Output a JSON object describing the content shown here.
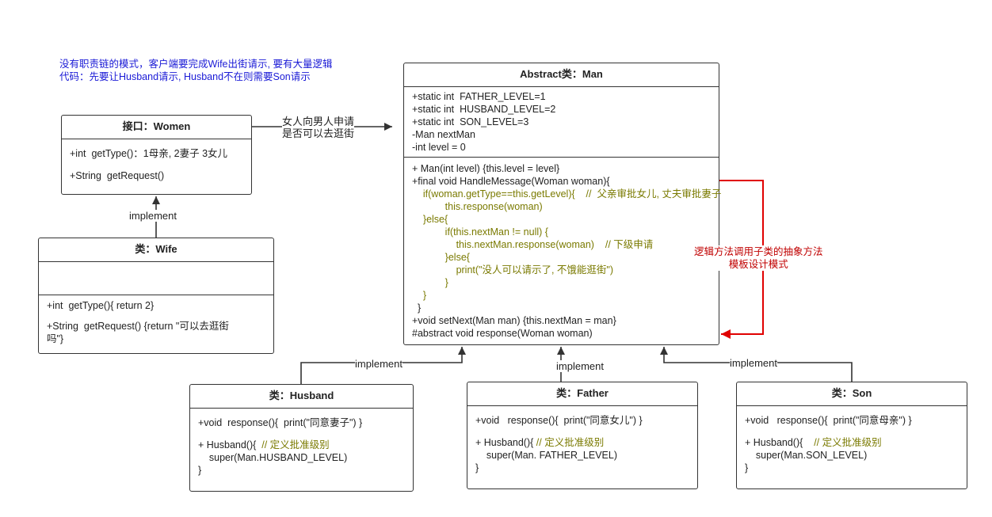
{
  "note": {
    "line1": "没有职责链的模式，客户端要完成Wife出街请示, 要有大量逻辑",
    "line2": "代码：先要让Husband请示, Husband不在则需要Son请示"
  },
  "women": {
    "title": "接口：Women",
    "m1": "+int  getType()：1母亲, 2妻子 3女儿",
    "m2": "+String  getRequest()"
  },
  "wife": {
    "title": "类：Wife",
    "m1": "+int  getType(){ return 2}",
    "m2a": "+String  getRequest() {return \"可以去逛街",
    "m2b": "吗\"}"
  },
  "man": {
    "title": "Abstract类：Man",
    "a1": "+static int  FATHER_LEVEL=1",
    "a2": "+static int  HUSBAND_LEVEL=2",
    "a3": "+static int  SON_LEVEL=3",
    "a4": "-Man nextMan",
    "a5": "-int level = 0",
    "m1": "+ Man(int level) {this.level = level}",
    "m2": "+final void HandleMessage(Woman woman){",
    "m3": "    if(woman.getType==this.getLevel){    //  父亲审批女儿, 丈夫审批妻子",
    "m4": "            this.response(woman)",
    "m5": "    }else{",
    "m6": "            if(this.nextMan != null) {",
    "m7": "                this.nextMan.response(woman)    // 下级申请",
    "m8": "            }else{",
    "m9": "                print(\"没人可以请示了, 不饿能逛街\")",
    "m10": "            }",
    "m11": "    }",
    "m12": "  }",
    "m13": "+void setNext(Man man) {this.nextMan = man}",
    "m14": "#abstract void response(Woman woman)"
  },
  "husband": {
    "title": "类：Husband",
    "m1": "+void  response(){  print(\"同意妻子\") }",
    "m2a": "+ Husband(){  ",
    "m2c": "// 定义批准级别",
    "m3": "    super(Man.HUSBAND_LEVEL)",
    "m4": "}"
  },
  "father": {
    "title": "类：Father",
    "m1": "+void   response(){  print(\"同意女儿\") }",
    "m2a": "+ Husband(){ ",
    "m2c": "// 定义批准级别",
    "m3": "    super(Man. FATHER_LEVEL)",
    "m4": "}"
  },
  "son": {
    "title": "类：Son",
    "m1": "+void   response(){  print(\"同意母亲\") }",
    "m2a": "+ Husband(){    ",
    "m2c": "// 定义批准级别",
    "m3": "    super(Man.SON_LEVEL)",
    "m4": "}"
  },
  "labels": {
    "request1": "女人向男人申请",
    "request2": "是否可以去逛街",
    "impl_wife": "implement",
    "impl_husband": "implement",
    "impl_father": "implement",
    "impl_son": "implement",
    "template1": "逻辑方法调用子类的抽象方法",
    "template2": "模板设计模式"
  },
  "colors": {
    "note": "#1a1ad6",
    "comment": "#7a7a00",
    "template": "#c00000",
    "border": "#333333"
  }
}
